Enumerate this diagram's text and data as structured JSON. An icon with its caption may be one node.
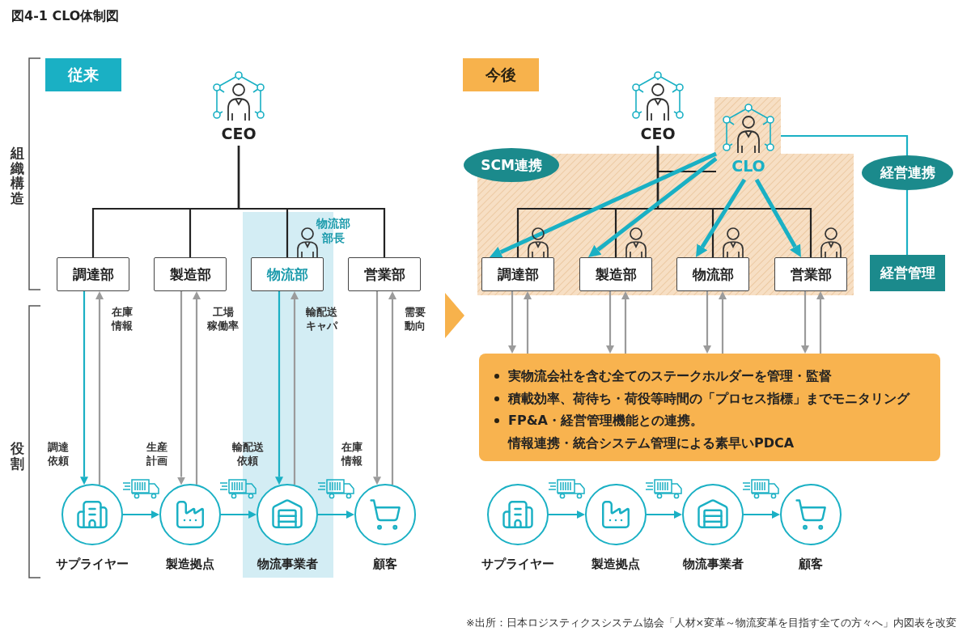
{
  "diagram": {
    "title": "図4-1 CLO体制図",
    "caption": "※出所：日本ロジスティクスシステム協会「人材×変革～物流変革を目指す全ての方々へ」内図表を改変",
    "nodes": [
      {
        "text": [
          "従来"
        ]
      },
      {
        "text": [
          "CEO"
        ]
      },
      {
        "text": [
          "調達部"
        ]
      },
      {
        "text": [
          "製造部"
        ]
      },
      {
        "text": [
          "物流部"
        ],
        "beside": [
          "物流部部長"
        ]
      },
      {
        "text": [
          "営業部"
        ]
      },
      {
        "text": [
          "サプライヤー"
        ]
      },
      {
        "text": [
          "製造拠点"
        ]
      },
      {
        "text": [
          "物流事業者"
        ]
      },
      {
        "text": [
          "顧客"
        ]
      },
      {
        "text": [
          "今後"
        ]
      },
      {
        "text": [
          "CEO"
        ]
      },
      {
        "text": [
          "CLO"
        ]
      },
      {
        "text": [
          "SCM連携"
        ]
      },
      {
        "text": [
          "経営連携"
        ]
      },
      {
        "text": [
          "調達部"
        ]
      },
      {
        "text": [
          "製造部"
        ]
      },
      {
        "text": [
          "物流部"
        ]
      },
      {
        "text": [
          "営業部"
        ]
      },
      {
        "text": [
          "経営管理"
        ]
      },
      {
        "text": [
          "実物流会社を含む全てのステークホルダーを管理・監督",
          "積載効率、荷待ち・荷役等時間の「プロセス指標」までモニタリング",
          "FP&A・経営管理機能との連携。",
          "情報連携・統合システム管理による素早いPDCA"
        ]
      },
      {
        "text": [
          "サプライヤー"
        ]
      },
      {
        "text": [
          "製造拠点"
        ]
      },
      {
        "text": [
          "物流事業者"
        ]
      },
      {
        "text": [
          "顧客"
        ]
      }
    ],
    "edges": [
      {
        "from": 1,
        "to": 2,
        "arrow": "none",
        "color": "#222222"
      },
      {
        "from": 1,
        "to": 3,
        "arrow": "none",
        "color": "#222222"
      },
      {
        "from": 1,
        "to": 4,
        "arrow": "none",
        "color": "#222222"
      },
      {
        "from": 1,
        "to": 5,
        "arrow": "none",
        "color": "#222222"
      },
      {
        "from": 2,
        "to": 6,
        "arrow": "to",
        "label": "調達依頼",
        "color": "#1ab0c4"
      },
      {
        "from": 6,
        "to": 2,
        "arrow": "to",
        "label": "在庫情報",
        "color": "#9b9b9b"
      },
      {
        "from": 3,
        "to": 7,
        "arrow": "to",
        "label": "生産計画",
        "color": "#9b9b9b"
      },
      {
        "from": 7,
        "to": 3,
        "arrow": "to",
        "label": "工場稼働率",
        "color": "#9b9b9b"
      },
      {
        "from": 4,
        "to": 8,
        "arrow": "to",
        "label": "輸配送依頼",
        "color": "#1ab0c4"
      },
      {
        "from": 8,
        "to": 4,
        "arrow": "to",
        "label": "輸配送キャパ",
        "color": "#9b9b9b"
      },
      {
        "from": 5,
        "to": 9,
        "arrow": "to",
        "label": "在庫情報",
        "color": "#9b9b9b"
      },
      {
        "from": 9,
        "to": 5,
        "arrow": "to",
        "label": "需要動向",
        "color": "#9b9b9b"
      },
      {
        "from": 6,
        "to": 7,
        "arrow": "to",
        "color": "#1ab0c4"
      },
      {
        "from": 7,
        "to": 8,
        "arrow": "to",
        "color": "#1ab0c4"
      },
      {
        "from": 8,
        "to": 9,
        "arrow": "to",
        "color": "#1ab0c4"
      },
      {
        "from": 11,
        "to": 12,
        "arrow": "none",
        "color": "#222222"
      },
      {
        "from": 11,
        "to": 15,
        "arrow": "none",
        "color": "#222222"
      },
      {
        "from": 11,
        "to": 16,
        "arrow": "none",
        "color": "#222222"
      },
      {
        "from": 11,
        "to": 17,
        "arrow": "none",
        "color": "#222222"
      },
      {
        "from": 11,
        "to": 18,
        "arrow": "none",
        "color": "#222222"
      },
      {
        "from": 12,
        "to": 15,
        "arrow": "to",
        "style": "thick",
        "color": "#1ab0c4"
      },
      {
        "from": 12,
        "to": 16,
        "arrow": "to",
        "style": "thick",
        "color": "#1ab0c4"
      },
      {
        "from": 12,
        "to": 17,
        "arrow": "to",
        "style": "thick",
        "color": "#1ab0c4"
      },
      {
        "from": 12,
        "to": 18,
        "arrow": "to",
        "style": "thick",
        "color": "#1ab0c4"
      },
      {
        "from": 12,
        "to": 14,
        "arrow": "none",
        "color": "#1ab0c4"
      },
      {
        "from": 14,
        "to": 19,
        "arrow": "none",
        "color": "#1ab0c4"
      },
      {
        "from": 15,
        "to": 20,
        "arrow": "to",
        "color": "#9b9b9b"
      },
      {
        "from": 20,
        "to": 15,
        "arrow": "to",
        "color": "#9b9b9b"
      },
      {
        "from": 16,
        "to": 20,
        "arrow": "to",
        "color": "#9b9b9b"
      },
      {
        "from": 20,
        "to": 16,
        "arrow": "to",
        "color": "#9b9b9b"
      },
      {
        "from": 17,
        "to": 20,
        "arrow": "to",
        "color": "#9b9b9b"
      },
      {
        "from": 20,
        "to": 17,
        "arrow": "to",
        "color": "#9b9b9b"
      },
      {
        "from": 18,
        "to": 20,
        "arrow": "to",
        "color": "#9b9b9b"
      },
      {
        "from": 20,
        "to": 18,
        "arrow": "to",
        "color": "#9b9b9b"
      },
      {
        "from": 21,
        "to": 22,
        "arrow": "to",
        "color": "#1ab0c4"
      },
      {
        "from": 22,
        "to": 23,
        "arrow": "to",
        "color": "#1ab0c4"
      },
      {
        "from": 23,
        "to": 24,
        "arrow": "to",
        "color": "#1ab0c4"
      }
    ],
    "labels": [
      "組織構造",
      "役割"
    ]
  }
}
